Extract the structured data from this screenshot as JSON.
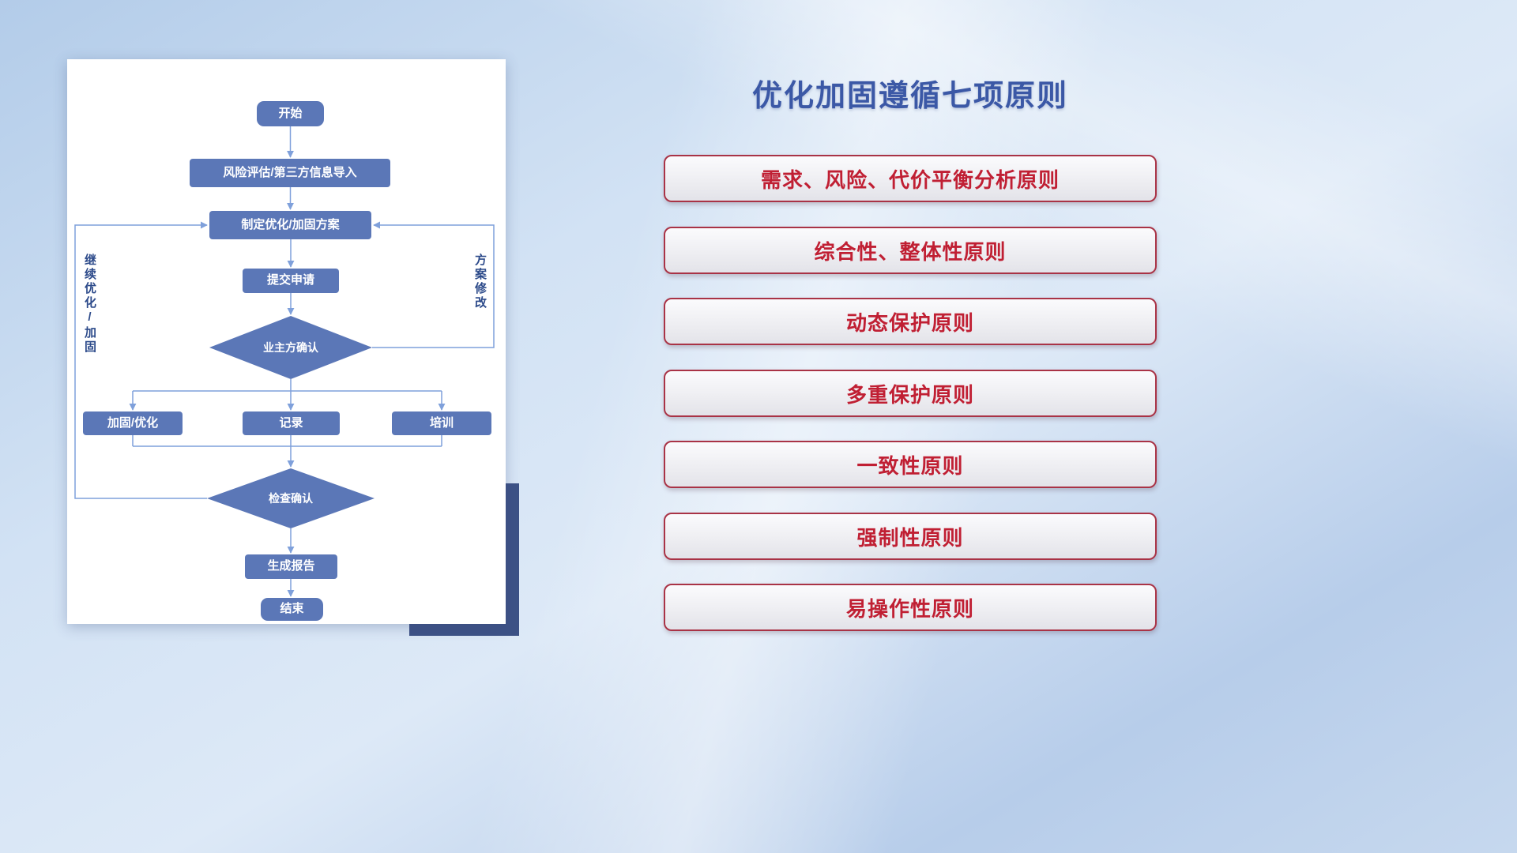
{
  "slide": {
    "title": "优化加固遵循七项原则"
  },
  "flowchart": {
    "nodes": {
      "start": "开始",
      "risk_import": "风险评估/第三方信息导入",
      "plan": "制定优化/加固方案",
      "submit": "提交申请",
      "owner_confirm": "业主方确认",
      "harden": "加固/优化",
      "record": "记录",
      "training": "培训",
      "check_confirm": "检查确认",
      "report": "生成报告",
      "end": "结束"
    },
    "labels": {
      "left_loop": "继续优化/加固",
      "right_loop": "方案修改"
    }
  },
  "principles": {
    "items": [
      "需求、风险、代价平衡分析原则",
      "综合性、整体性原则",
      "动态保护原则",
      "多重保护原则",
      "一致性原则",
      "强制性原则",
      "易操作性原则"
    ]
  },
  "colors": {
    "title_blue": "#3b58a6",
    "node_fill": "#5b77b7",
    "connector_blue": "#7fa0db",
    "principle_red": "#c01f33",
    "principle_border": "#a93346",
    "card_shadow_navy": "#3d5286"
  }
}
